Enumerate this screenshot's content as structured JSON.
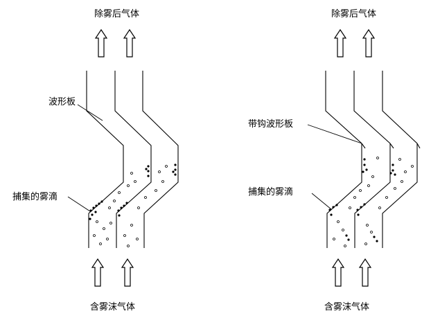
{
  "left_panel": {
    "top_label": "除雾后气体",
    "bottom_label": "含雾沫气体",
    "plate_label": "波形板",
    "droplet_label": "捕集的雾滴"
  },
  "right_panel": {
    "top_label": "除雾后气体",
    "bottom_label": "含雾沫气体",
    "plate_label": "带钩波形板",
    "droplet_label": "捕集的雾滴"
  }
}
